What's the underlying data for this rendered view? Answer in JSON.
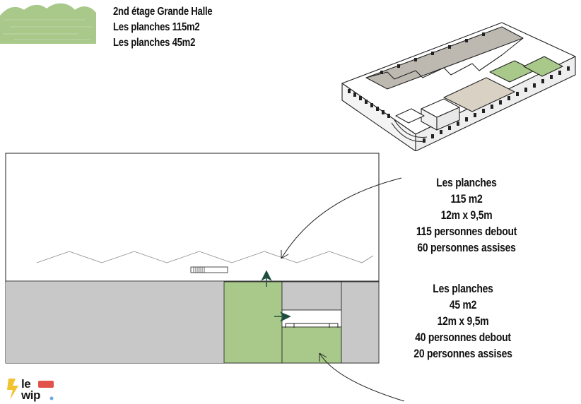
{
  "legend": {
    "line1": "2nd étage Grande Halle",
    "line2": "Les planches 115m2",
    "line3": "Les planches 45m2"
  },
  "room_a": {
    "name": "Les planches",
    "area": "115 m2",
    "dimensions": "12m x 9,5m",
    "standing": "115 personnes debout",
    "seated": "60 personnes assises"
  },
  "room_b": {
    "name": "Les planches",
    "area": "45 m2",
    "dimensions": "12m x 9,5m",
    "standing": "40 personnes debout",
    "seated": "20 personnes assises"
  },
  "logo": {
    "word1": "le",
    "word2": "wip"
  },
  "colors": {
    "green": "#a8c98a",
    "gray": "#c8c8c8",
    "beige": "#d9d2c4",
    "arrow": "#1f4e3d",
    "logo_yellow": "#f2c230",
    "logo_red": "#e0524a"
  }
}
